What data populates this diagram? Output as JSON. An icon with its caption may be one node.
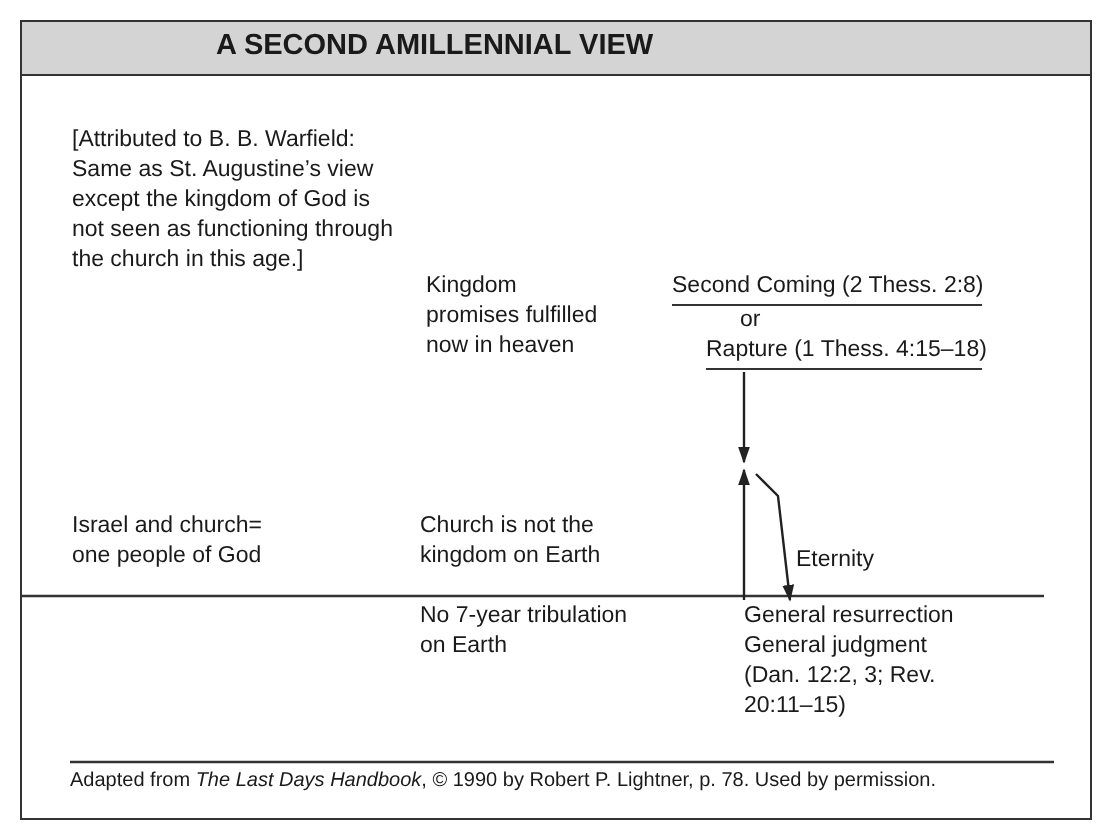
{
  "diagram": {
    "title": "A SECOND AMILLENNIAL VIEW",
    "nodes": [
      {
        "text": [
          "Second Coming (2 Thess. 2:8)",
          "or",
          "Rapture (1 Thess. 4:15–18)"
        ]
      },
      {
        "text": [
          "General resurrection General judgment (Dan. 12:2, 3; Rev. 20:11–15)"
        ]
      }
    ],
    "edges": [
      {
        "from": 0,
        "to": null,
        "arrow": "to"
      },
      {
        "from": 1,
        "to": null,
        "arrow": "to"
      },
      {
        "from": null,
        "to": 1,
        "arrow": "to",
        "label": "Eternity"
      }
    ],
    "labels": [
      "[Attributed to B. B. Warfield: Same as St. Augustine’s view except the kingdom of God is not seen as functioning through the church in this age.]",
      "Kingdom promises fulfilled now in heaven",
      "Israel and church= one people of God",
      "Church is not the kingdom on Earth",
      "No 7-year tribulation on Earth"
    ],
    "caption": "Adapted from *The Last Days Handbook*, © 1990 by Robert P. Lightner, p. 78. Used by permission."
  }
}
